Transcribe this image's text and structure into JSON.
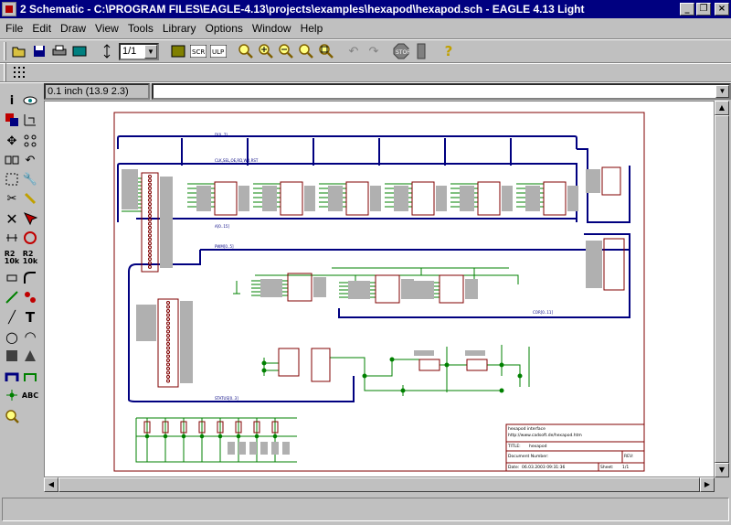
{
  "window": {
    "title": "2 Schematic - C:\\PROGRAM FILES\\EAGLE-4.13\\projects\\examples\\hexapod\\hexapod.sch - EAGLE 4.13 Light"
  },
  "menu": [
    "File",
    "Edit",
    "Draw",
    "View",
    "Tools",
    "Library",
    "Options",
    "Window",
    "Help"
  ],
  "toolbar": {
    "sheet_value": "1/1"
  },
  "coordbar": {
    "coordinate": "0.1 inch (13.9 2.3)",
    "command": ""
  },
  "schematic": {
    "labels": {
      "bus_top": "D[0..7]",
      "bus_control": "CLK,SEL,OE,RD,WR,RST",
      "bus_addr": "A[0..15]",
      "bus_pwm": "PWM[0..5]",
      "bus_status": "STATUS[0..3]",
      "bus_cor": "COR[0..11]"
    },
    "title_block": {
      "project": "hexapod interface",
      "url": "http://www.cadsoft.de/hexapod.htm",
      "title_label": "TITLE:",
      "title_value": "hexapod",
      "docnum_label": "Document Number:",
      "rev_label": "REV:",
      "date_label": "Date:",
      "date_value": "06.03.2003 09:31:36",
      "sheet_label": "Sheet:",
      "sheet_value": "1/1"
    }
  },
  "status": {
    "text": ""
  },
  "colors": {
    "net": "#008000",
    "bus": "#000080",
    "part": "#800000",
    "frame": "#800000"
  }
}
